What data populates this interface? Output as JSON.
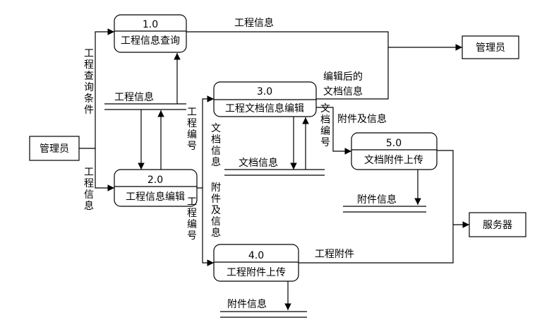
{
  "processes": {
    "p1": {
      "number": "1.0",
      "name": "工程信息查询"
    },
    "p2": {
      "number": "2.0",
      "name": "工程信息编辑"
    },
    "p3": {
      "number": "3.0",
      "name": "工程文档信息编辑"
    },
    "p4": {
      "number": "4.0",
      "name": "工程附件上传"
    },
    "p5": {
      "number": "5.0",
      "name": "文档附件上传"
    }
  },
  "entities": {
    "admin_left": "管理员",
    "admin_right": "管理员",
    "server": "服务器"
  },
  "stores": {
    "project_info": "工程信息",
    "doc_info": "文档信息",
    "attach_info_5": "附件信息",
    "attach_info_4": "附件信息"
  },
  "flows": {
    "p1_to_admin": "工程信息",
    "query_condition": "工程查询条件",
    "project_info_in": "工程信息",
    "project_no_1": "工程编号",
    "project_no_2": "工程编号",
    "doc_info_flow": "文档信息",
    "attach_and_info_flow": "附件及信息",
    "edited_doc_line1": "编辑后的",
    "edited_doc_line2": "文档信息",
    "attach_and_info_5": "附件及信息",
    "doc_no": "文档编号",
    "project_attach": "工程附件"
  }
}
